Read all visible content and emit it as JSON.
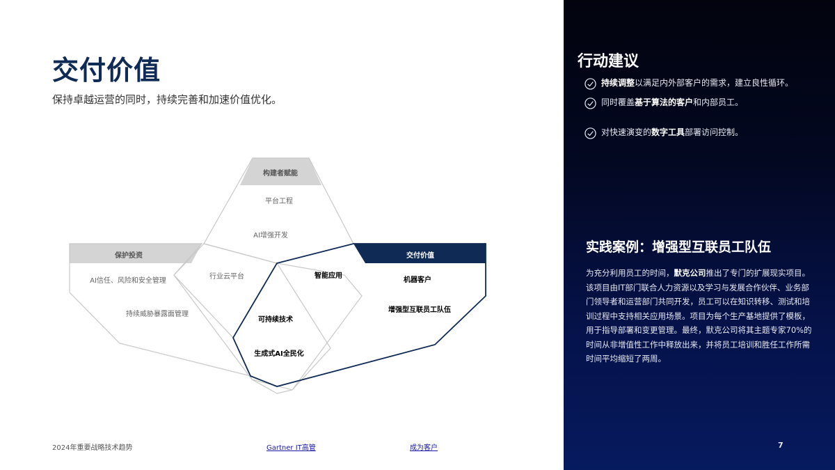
{
  "header": {
    "title": "交付价值",
    "subtitle": "保持卓越运营的同时，持续完善和加速价值优化。"
  },
  "diagram": {
    "colors": {
      "gray_header": "#d4d4d4",
      "gray_outline": "#c8c8c8",
      "accent_navy": "#0e2a55"
    },
    "groups": {
      "builder": {
        "label": "构建者赋能",
        "items": [
          "平台工程",
          "AI增强开发"
        ]
      },
      "protect": {
        "label": "保护投资",
        "items": [
          "AI信任、风险和安全管理",
          "持续威胁暴露面管理"
        ]
      },
      "industry": {
        "items": [
          "行业云平台"
        ]
      },
      "value": {
        "label": "交付价值",
        "items": [
          "机器客户",
          "增强型互联员工队伍"
        ]
      },
      "core": {
        "items": [
          "智能应用",
          "可持续技术",
          "生成式AI全民化"
        ]
      }
    }
  },
  "footer": {
    "left_text": "2024年重要战略技术趋势",
    "link1": "Gartner IT高管",
    "link2": "成为客户",
    "page_number": "7"
  },
  "actions": {
    "title": "行动建议",
    "items": [
      {
        "bold": "持续调整",
        "text": "以满足内外部客户的需求，建立良性循环。"
      },
      {
        "pre": "同时覆盖",
        "bold": "基于算法的客户",
        "text": "和内部员工。"
      },
      {
        "pre": "对快速演变的",
        "bold": "数字工具",
        "text": "部署访问控制。"
      }
    ]
  },
  "case": {
    "title": "实践案例：增强型互联员工队伍",
    "pre": "为充分利用员工的时间，",
    "bold": "默克公司",
    "body": "推出了专门的扩展现实项目。该项目由IT部门联合人力资源以及学习与发展合作伙伴、业务部门领导者和运营部门共同开发，员工可以在知识转移、测试和培训过程中支持相关应用场景。项目为每个生产基地提供了模板，用于指导部署和变更管理。最终，默克公司将其主题专家70%的时间从非增值性工作中释放出来，并将员工培训和胜任工作所需时间平均缩短了两周。"
  }
}
